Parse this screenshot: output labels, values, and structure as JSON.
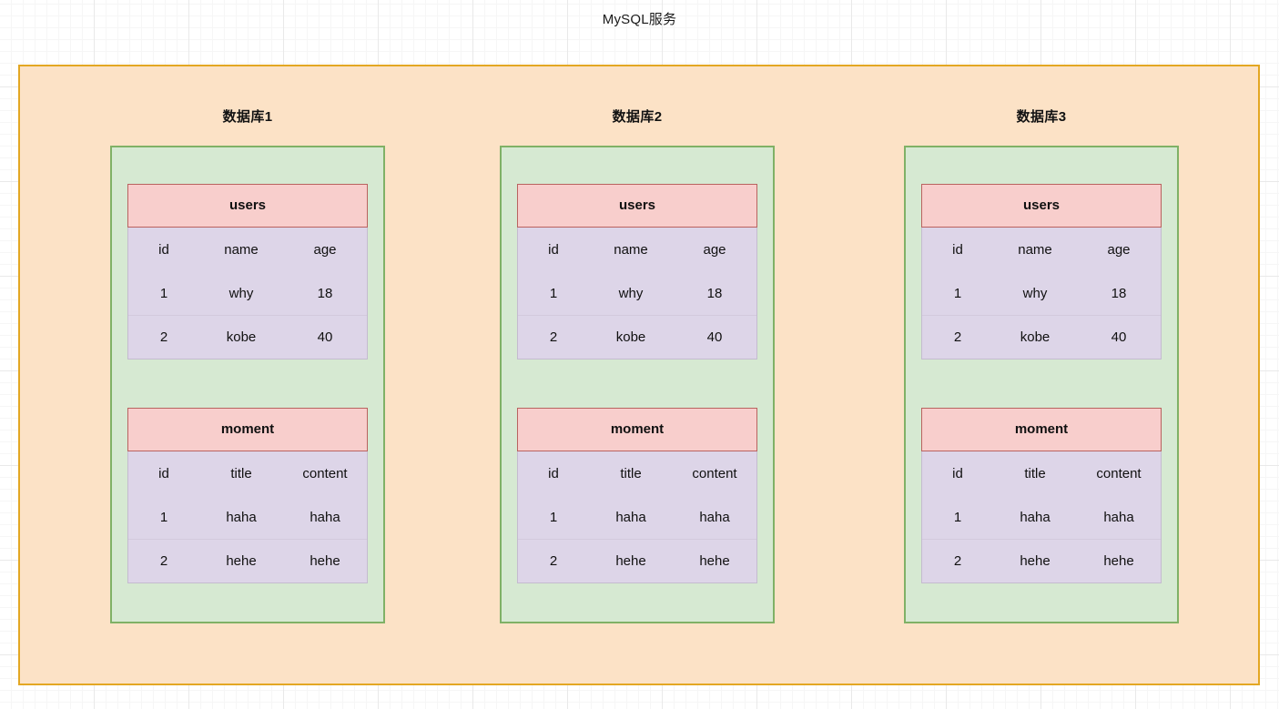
{
  "diagram": {
    "title": "MySQL服务",
    "colors": {
      "service_border": "#e3a723",
      "service_fill": "#fce2c6",
      "database_border": "#80b166",
      "database_fill": "#d6e9d2",
      "table_header_border": "#b9625f",
      "table_header_fill": "#f8cecc",
      "table_body_fill": "#ddd5e8"
    },
    "databases": [
      {
        "label": "数据库1",
        "tables": [
          {
            "name": "users",
            "columns": [
              "id",
              "name",
              "age"
            ],
            "rows": [
              [
                "1",
                "why",
                "18"
              ],
              [
                "2",
                "kobe",
                "40"
              ]
            ]
          },
          {
            "name": "moment",
            "columns": [
              "id",
              "title",
              "content"
            ],
            "rows": [
              [
                "1",
                "haha",
                "haha"
              ],
              [
                "2",
                "hehe",
                "hehe"
              ]
            ]
          }
        ]
      },
      {
        "label": "数据库2",
        "tables": [
          {
            "name": "users",
            "columns": [
              "id",
              "name",
              "age"
            ],
            "rows": [
              [
                "1",
                "why",
                "18"
              ],
              [
                "2",
                "kobe",
                "40"
              ]
            ]
          },
          {
            "name": "moment",
            "columns": [
              "id",
              "title",
              "content"
            ],
            "rows": [
              [
                "1",
                "haha",
                "haha"
              ],
              [
                "2",
                "hehe",
                "hehe"
              ]
            ]
          }
        ]
      },
      {
        "label": "数据库3",
        "tables": [
          {
            "name": "users",
            "columns": [
              "id",
              "name",
              "age"
            ],
            "rows": [
              [
                "1",
                "why",
                "18"
              ],
              [
                "2",
                "kobe",
                "40"
              ]
            ]
          },
          {
            "name": "moment",
            "columns": [
              "id",
              "title",
              "content"
            ],
            "rows": [
              [
                "1",
                "haha",
                "haha"
              ],
              [
                "2",
                "hehe",
                "hehe"
              ]
            ]
          }
        ]
      }
    ]
  }
}
